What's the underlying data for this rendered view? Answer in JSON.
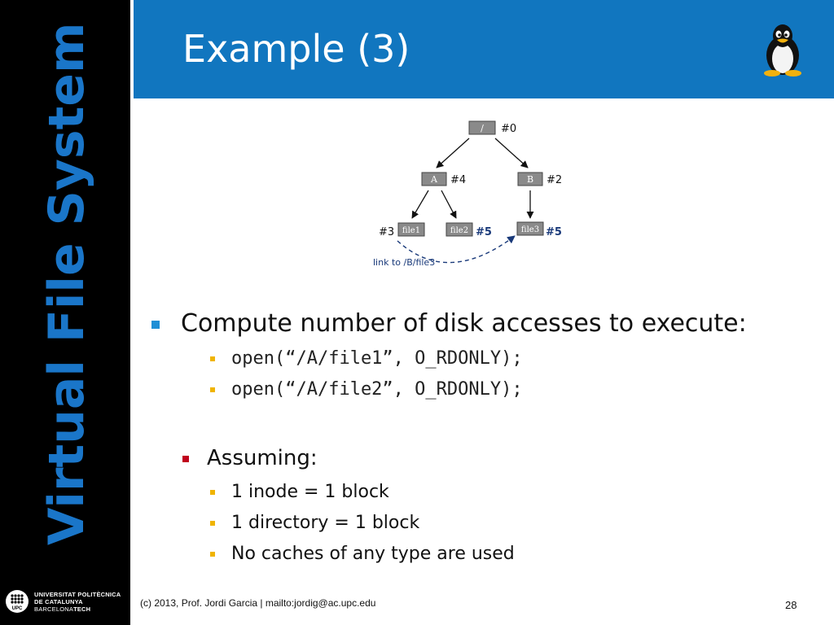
{
  "sidebar": {
    "title": "Virtual File System"
  },
  "logo": {
    "line1": "UNIVERSITAT POLITÈCNICA",
    "line2": "DE CATALUNYA",
    "line3a": "BARCELONA",
    "line3b": "TECH",
    "mark": "UPC"
  },
  "header": {
    "title": "Example (3)",
    "bg_color": "#1176bf",
    "icon": "tux-penguin-icon"
  },
  "diagram": {
    "nodes": {
      "root": {
        "label": "/",
        "inode": "#0"
      },
      "a": {
        "label": "A",
        "inode": "#4"
      },
      "b": {
        "label": "B",
        "inode": "#2"
      },
      "file1": {
        "label": "file1",
        "inode": "#3"
      },
      "file2": {
        "label": "file2",
        "inode": "#5"
      },
      "file3": {
        "label": "file3",
        "inode": "#5"
      }
    },
    "link_label": "link to /B/file3"
  },
  "content": {
    "main_bullet": "Compute number of disk accesses to execute:",
    "code1": "open(“/A/file1”, O_RDONLY);",
    "code2": "open(“/A/file2”, O_RDONLY);",
    "assume_bullet": "Assuming:",
    "assume1": "1 inode = 1 block",
    "assume2": "1 directory = 1 block",
    "assume3": "No caches of any type are used"
  },
  "footer": {
    "text": "(c) 2013, Prof. Jordi Garcia | mailto:jordig@ac.upc.edu",
    "page": "28"
  }
}
